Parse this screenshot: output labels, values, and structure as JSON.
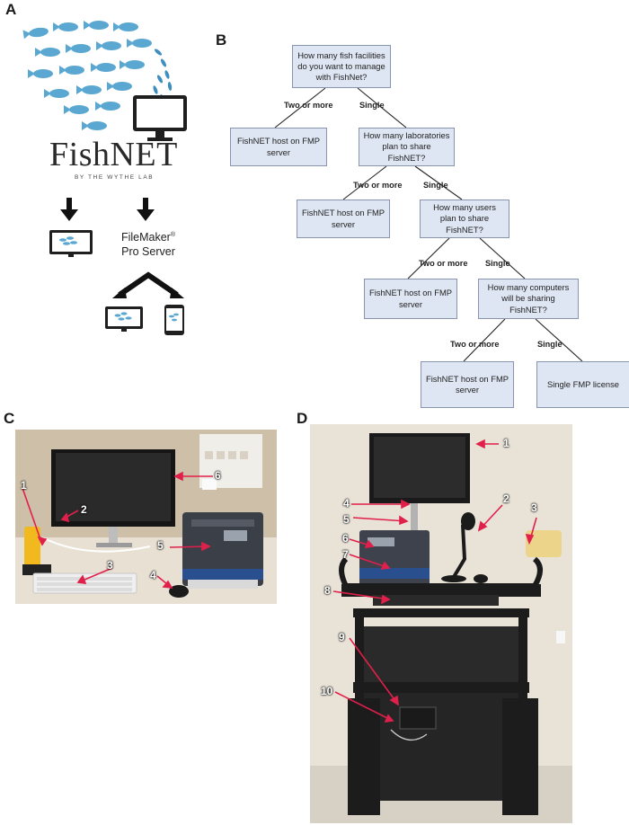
{
  "panels": {
    "a": "A",
    "b": "B",
    "c": "C",
    "d": "D"
  },
  "logo": {
    "word": "FishNET",
    "byline": "BY THE WYTHE LAB"
  },
  "server": {
    "line1": "FileMaker",
    "reg": "®",
    "line2": "Pro Server"
  },
  "flowchart": {
    "q1": "How many fish facilities do you want to manage with FishNet?",
    "q2": "How many laboratories plan to share FishNET?",
    "q3": "How many users plan to share FishNET?",
    "q4": "How many computers will be sharing FishNET?",
    "host": "FishNET host on FMP server",
    "single_license": "Single FMP license",
    "two_or_more": "Two or more",
    "single": "Single"
  },
  "photo_c_labels": [
    "1",
    "2",
    "3",
    "4",
    "5",
    "6"
  ],
  "photo_d_labels": [
    "1",
    "2",
    "3",
    "4",
    "5",
    "6",
    "7",
    "8",
    "9",
    "10"
  ],
  "colors": {
    "fish": "#5aa7d2",
    "node_fill": "#dfe6f3",
    "node_border": "#8794ab",
    "arrow": "#e0204a"
  }
}
